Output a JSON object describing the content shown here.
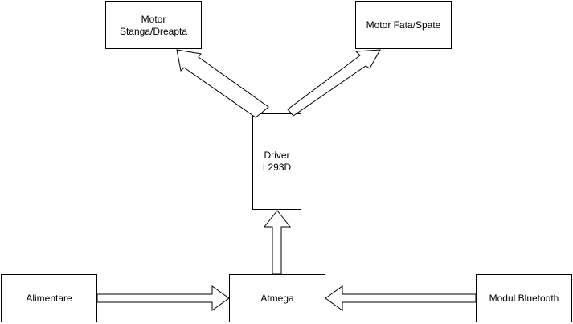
{
  "colors": {
    "stroke": "#000000",
    "fill": "#ffffff",
    "text": "#000000"
  },
  "nodes": {
    "motor_steer": {
      "line1": "Motor",
      "line2": "Stanga/Dreapta"
    },
    "motor_drive": {
      "label": "Motor Fata/Spate"
    },
    "driver": {
      "line1": "Driver",
      "line2": "L293D"
    },
    "power": {
      "label": "Alimentare"
    },
    "mcu": {
      "label": "Atmega"
    },
    "bluetooth": {
      "label": "Modul Bluetooth"
    }
  },
  "connections": [
    {
      "from": "Alimentare",
      "to": "Atmega"
    },
    {
      "from": "Modul Bluetooth",
      "to": "Atmega"
    },
    {
      "from": "Atmega",
      "to": "Driver L293D"
    },
    {
      "from": "Driver L293D",
      "to": "Motor Stanga/Dreapta"
    },
    {
      "from": "Driver L293D",
      "to": "Motor Fata/Spate"
    }
  ]
}
